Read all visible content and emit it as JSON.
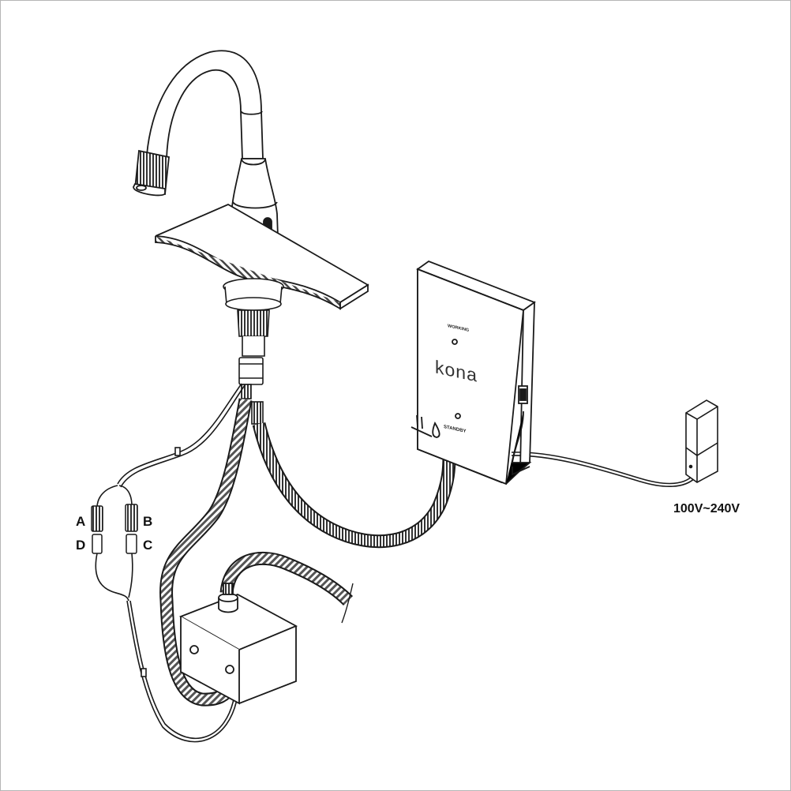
{
  "diagram": {
    "connector_labels": {
      "a": "A",
      "b": "B",
      "c": "C",
      "d": "D"
    },
    "voltage_label": "100V~240V",
    "control_box": {
      "working_label": "WORKING",
      "brand": "kona",
      "standby_label": "STANDBY"
    }
  },
  "colors": {
    "line": "#1a1a1a",
    "background": "#ffffff",
    "frame_border": "#b5b5b5",
    "metal_dark": "#2b2b2b",
    "metal_mid": "#777777"
  }
}
